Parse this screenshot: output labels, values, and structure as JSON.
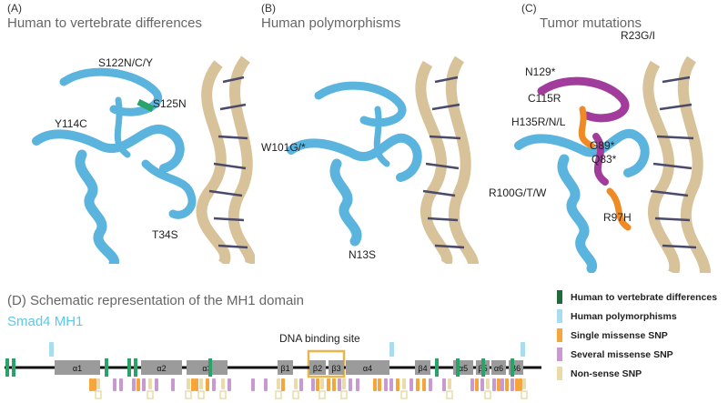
{
  "panels": [
    {
      "letter": "(A)",
      "title": "Human to vertebrate differences",
      "labels": [
        "S122N/C/Y",
        "S125N",
        "Y114C",
        "T34S"
      ]
    },
    {
      "letter": "(B)",
      "title": "Human polymorphisms",
      "labels": [
        "W101G/*",
        "N13S"
      ]
    },
    {
      "letter": "(C)",
      "title": "Tumor mutations",
      "labels": [
        "R23G/I",
        "N129*",
        "C115R",
        "H135R/N/L",
        "G89*",
        "Q83*",
        "R100G/T/W",
        "R97H"
      ]
    }
  ],
  "schematic": {
    "title": "(D)  Schematic representation of the MH1 domain",
    "protein": "Smad4 MH1",
    "dna_binding_label": "DNA binding site",
    "elements": [
      "α1",
      "α2",
      "α3",
      "β1",
      "β2",
      "β3",
      "α4",
      "β4",
      "α5",
      "β5",
      "α6",
      "β6"
    ]
  },
  "legend": [
    {
      "label": "Human to vertebrate differences",
      "color": "#1e6b3c"
    },
    {
      "label": "Human polymorphisms",
      "color": "#a8dcef"
    },
    {
      "label": "Single missense SNP",
      "color": "#f5a53a"
    },
    {
      "label": "Several missense SNP",
      "color": "#c89ad0"
    },
    {
      "label": "Non-sense SNP",
      "color": "#eadba8"
    }
  ],
  "colors": {
    "helix": "#5bb4de",
    "dna": "#d8c29a",
    "magenta": "#a23c9c",
    "orange": "#f08a24",
    "green": "#2aa36a",
    "track": "#111111",
    "box": "#9b9b9b",
    "binding_box": "#e8b64c"
  }
}
